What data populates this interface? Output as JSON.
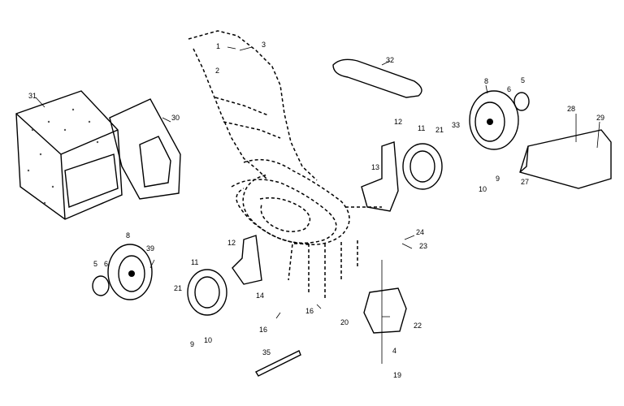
{
  "labels": {
    "l1": "1",
    "l2": "2",
    "l3": "3",
    "l4": "4",
    "l5a": "5",
    "l5b": "5",
    "l6a": "6",
    "l6b": "6",
    "l8a": "8",
    "l8b": "8",
    "l9a": "9",
    "l9b": "9",
    "l10a": "10",
    "l10b": "10",
    "l11a": "11",
    "l11b": "11",
    "l12a": "12",
    "l12b": "12",
    "l13": "13",
    "l14": "14",
    "l16a": "16",
    "l16b": "16",
    "l19": "19",
    "l20": "20",
    "l21a": "21",
    "l21b": "21",
    "l22": "22",
    "l23": "23",
    "l24": "24",
    "l27": "27",
    "l28": "28",
    "l29": "29",
    "l30": "30",
    "l31": "31",
    "l32": "32",
    "l33": "33",
    "l35": "35",
    "l39": "39"
  }
}
